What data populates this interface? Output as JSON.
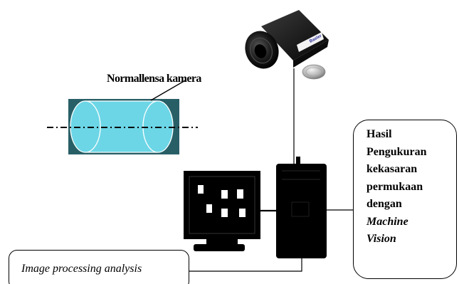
{
  "camera": {
    "label": "Normallensa kamera",
    "icon": "industrial-camera-icon"
  },
  "workpiece": {
    "icon": "cylinder-icon",
    "background_color": "#285f67",
    "cylinder_color": "#6cd6e6"
  },
  "computer": {
    "monitor_icon": "monitor-icon",
    "tower_icon": "pc-tower-icon"
  },
  "result_box": {
    "lines": [
      "Hasil",
      "Pengukuran",
      "kekasaran",
      "permukaan",
      "dengan",
      "Machine",
      "Vision"
    ]
  },
  "analysis_box": {
    "text": "Image processing analysis"
  }
}
